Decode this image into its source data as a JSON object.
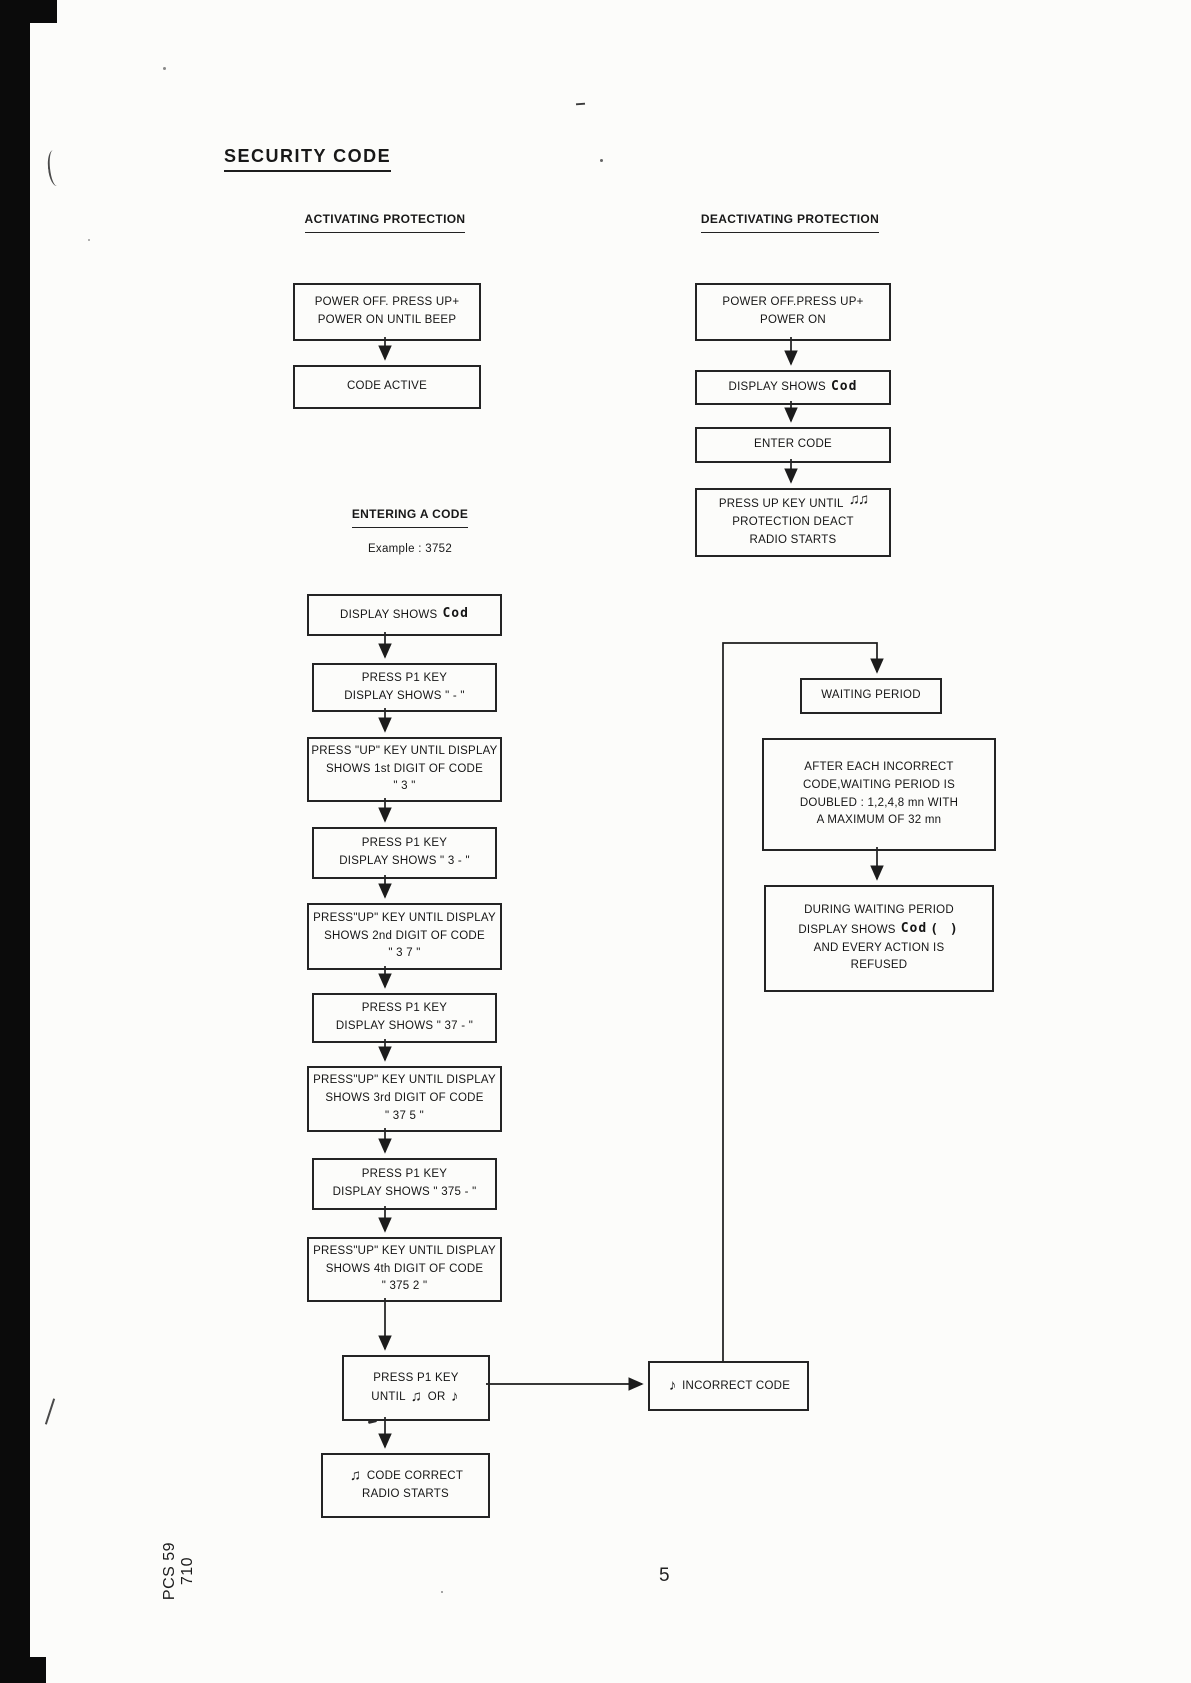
{
  "page": {
    "title": "SECURITY CODE",
    "page_number": "5",
    "doc_code": "PCS 59 710"
  },
  "activating": {
    "header": "ACTIVATING PROTECTION",
    "box_power": {
      "line1": "POWER OFF. PRESS UP+",
      "line2": "POWER ON UNTIL BEEP"
    },
    "box_code_active": {
      "line1": "CODE ACTIVE"
    }
  },
  "deactivating": {
    "header": "DEACTIVATING PROTECTION",
    "box_power": {
      "line1": "POWER OFF.PRESS UP+",
      "line2": "POWER ON"
    },
    "box_display": {
      "prefix": "DISPLAY SHOWS",
      "display_value": "Cod"
    },
    "box_enter": {
      "line1": "ENTER CODE"
    },
    "box_press_up": {
      "line1_text": "PRESS UP KEY UNTIL",
      "line1_icon": "♫♫",
      "line2": "PROTECTION DEACT",
      "line3": "RADIO STARTS"
    }
  },
  "entering": {
    "header": "ENTERING A CODE",
    "example": "Example : 3752",
    "step1": {
      "prefix": "DISPLAY SHOWS",
      "display_value": "Cod"
    },
    "step2": {
      "line1": "PRESS P1 KEY",
      "line2": "DISPLAY SHOWS \" - \""
    },
    "step3": {
      "line1": "PRESS \"UP\" KEY UNTIL DISPLAY",
      "line2": "SHOWS 1st DIGIT OF CODE",
      "line3": "\" 3 \""
    },
    "step4": {
      "line1": "PRESS P1 KEY",
      "line2": "DISPLAY SHOWS \" 3 - \""
    },
    "step5": {
      "line1": "PRESS\"UP\" KEY UNTIL DISPLAY",
      "line2": "SHOWS 2nd DIGIT OF CODE",
      "line3": "\" 3 7 \""
    },
    "step6": {
      "line1": "PRESS P1 KEY",
      "line2": "DISPLAY SHOWS \" 37 - \""
    },
    "step7": {
      "line1": "PRESS\"UP\" KEY UNTIL DISPLAY",
      "line2": "SHOWS 3rd DIGIT OF CODE",
      "line3": "\" 37 5 \""
    },
    "step8": {
      "line1": "PRESS P1 KEY",
      "line2": "DISPLAY SHOWS \" 375 - \""
    },
    "step9": {
      "line1": "PRESS\"UP\" KEY UNTIL DISPLAY",
      "line2": "SHOWS 4th DIGIT OF CODE",
      "line3": "\" 375 2 \""
    },
    "step10": {
      "line1": "PRESS P1 KEY",
      "until": "UNTIL",
      "note_double": "♫",
      "or": "OR",
      "note_single": "♪"
    },
    "result_correct": {
      "icon": "♫",
      "line1": "CODE CORRECT",
      "line2": "RADIO STARTS"
    }
  },
  "incorrect": {
    "box": {
      "icon": "♪",
      "label": "INCORRECT CODE"
    },
    "waiting": {
      "line1": "WAITING PERIOD"
    },
    "doubling": {
      "line1": "AFTER EACH INCORRECT",
      "line2": "CODE,WAITING PERIOD IS",
      "line3": "DOUBLED : 1,2,4,8 mn WITH",
      "line4": "A MAXIMUM OF 32 mn"
    },
    "during": {
      "line1": "DURING WAITING PERIOD",
      "line2_prefix": "DISPLAY SHOWS",
      "line2_display": "Cod",
      "line2_suffix": "( )",
      "line3": "AND EVERY ACTION IS",
      "line4": "REFUSED"
    }
  }
}
